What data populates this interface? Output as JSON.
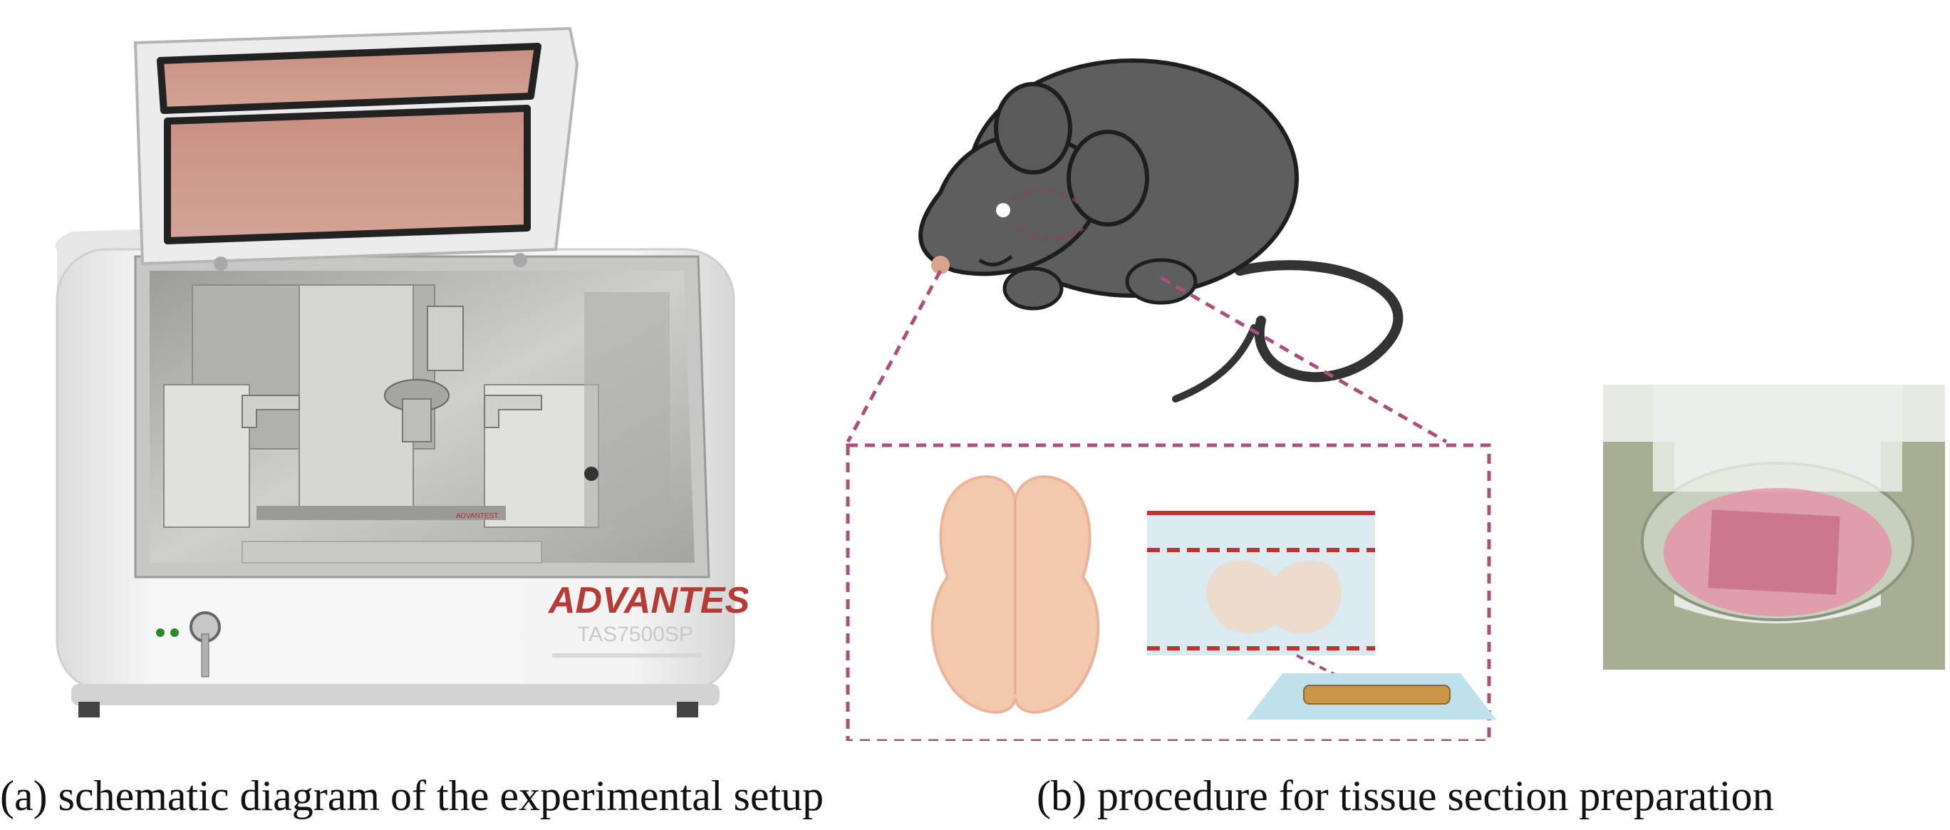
{
  "figure": {
    "panel_a": {
      "caption": "(a) schematic diagram of the experimental setup",
      "brand_label": "ADVANTEST",
      "model_label": "TAS7500SP",
      "colors": {
        "lid_glass": "#c9968a",
        "body": "#f3f3f3",
        "steel": "#b9b9b6"
      }
    },
    "panel_b": {
      "caption": "(b) procedure for tissue section preparation",
      "colors": {
        "mouse": "#5e5e5e",
        "dashes": "#a8517a",
        "brain": "#f3c8ae",
        "section_lines": "#c0342f",
        "tissue_pink": "#e58fa0"
      }
    }
  }
}
